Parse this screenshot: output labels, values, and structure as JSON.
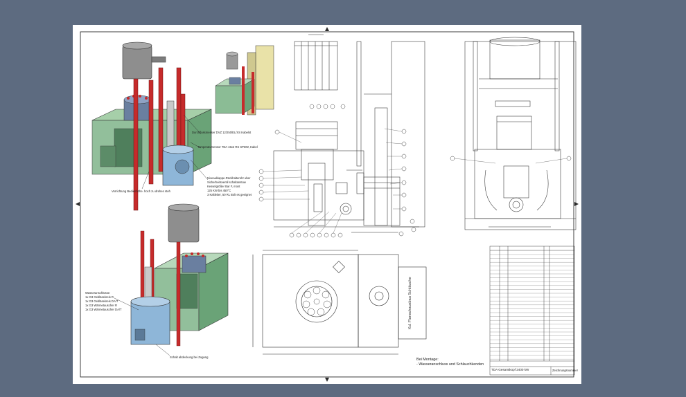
{
  "drawing": {
    "callouts_top_left": [
      "Durchflussmesser DVZ 12/250/EL/XS Kabelst",
      "Temperatursensor TDA 15x2 RS SPDW, Kabel",
      "Niveauklappe-Rückhalterohr uber",
      "Sicherheitsventil schaltanstuw",
      "Kesselgrößer Bar F, mont",
      "125 KW bis 450°C",
      "3 Kaltleiter, 50 RL Bolt es geeignet"
    ],
    "callout_left_bottom": "Vorrichtung Bedienhöhe. hoch zu drehen steh",
    "callouts_bottom_left": [
      "Wasseranschlüsse:",
      "1x G3 Gebläsekreis R.",
      "1x G3 Gebläsekreis DA/T",
      "1x G3 Wärmetauscher R",
      "1x G3 Wärmetauscher DA/T"
    ],
    "callout_bottom_left_small": "Schalt abdeckung bei Zugang",
    "plan_view_side_label": "Kd. Flanschausbau Schläuche",
    "montage_note": [
      "Bei Montage:",
      "- Wasseranschluss und Schlauchkenden"
    ],
    "title_block": {
      "title": "TDA Gesamtkopf 2400 kW",
      "subtitle": "Zeichnungsnummer"
    }
  },
  "colors": {
    "desktop": "#5d6b80",
    "sheet": "#ffffff",
    "frame": "#2b2b2b",
    "red_pipe": "#c62b2b",
    "tank_grey": "#8e8e8e",
    "green_glass": "#7fb58a",
    "blue_pump": "#8eb6d8",
    "yellow_cabinet": "#e9e2a8"
  }
}
